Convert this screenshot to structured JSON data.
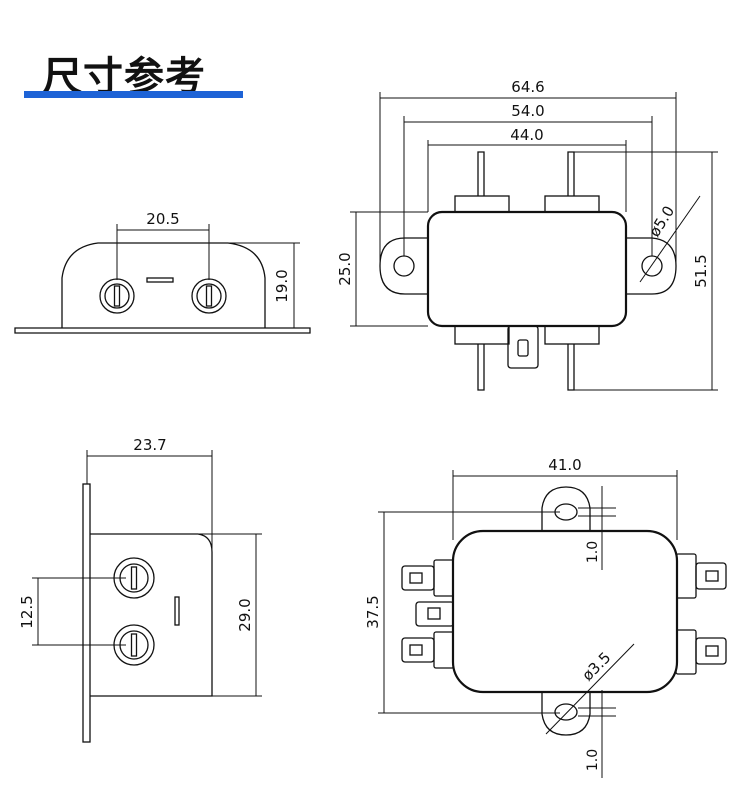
{
  "title": "尺寸参考",
  "colors": {
    "accent_bar": "#1e63d6",
    "line": "#111111"
  },
  "dimensions": {
    "front": {
      "hole_spacing": "20.5",
      "height": "19.0"
    },
    "top": {
      "overall_length": "64.6",
      "mount_spacing": "54.0",
      "body_length": "44.0",
      "body_width": "25.0",
      "hole_diameter": "ø5.0",
      "overall_height": "51.5"
    },
    "side": {
      "width": "23.7",
      "hole_spacing": "12.5",
      "height": "29.0"
    },
    "bottom": {
      "body_length": "41.0",
      "overall_height": "37.5",
      "flange_top": "1.0",
      "hole_diameter": "ø3.5",
      "flange_bottom": "1.0"
    }
  }
}
